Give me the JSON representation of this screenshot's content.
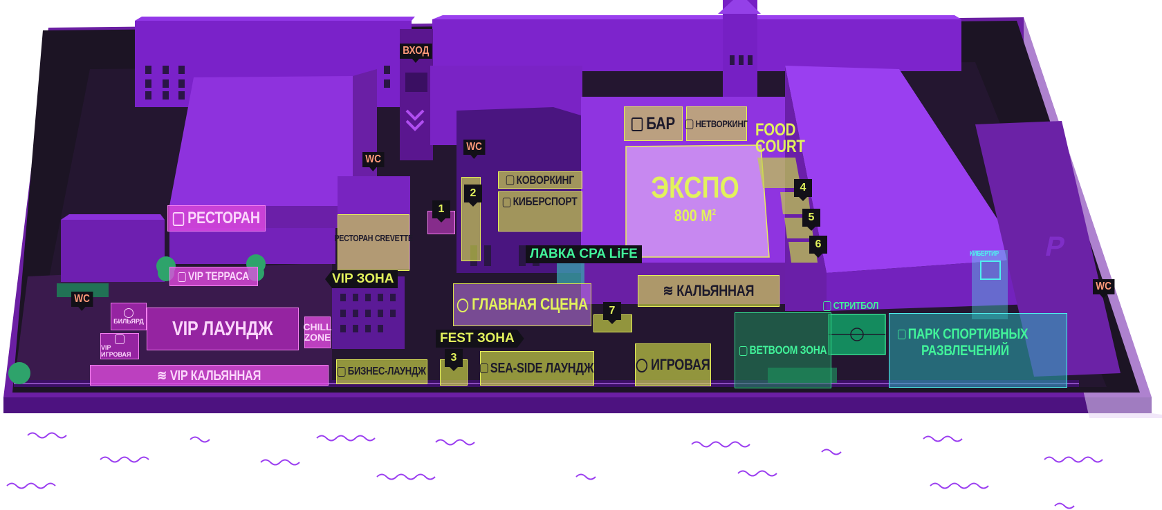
{
  "map": {
    "entrance": "ВХОД",
    "wc": "WC",
    "parking": "P",
    "zones": {
      "restaurant": "РЕСТОРАН",
      "vip_terrace": "VIP ТЕРРАСА",
      "restaurant_crevette": "РЕСТОРАН CREVETTE",
      "vip_zone": "VIP ЗОНА",
      "vip_lounge": "VIP ЛАУНДЖ",
      "chill_zone_1": "CHILL",
      "chill_zone_2": "ZONE",
      "billiard": "БИЛЬЯРД",
      "vip_game": "VIP ИГРОВАЯ",
      "vip_hookah": "VIP КАЛЬЯННАЯ",
      "business_lounge": "БИЗНЕС-ЛАУНДЖ",
      "coworking": "КОВОРКИНГ",
      "esports": "КИБЕРСПОРТ",
      "cpa_life_shop": "ЛАВКА CPA LiFE",
      "main_stage": "ГЛАВНАЯ СЦЕНА",
      "fest_zone": "FEST ЗОНА",
      "seaside_lounge": "SEA-SIDE ЛАУНДЖ",
      "game_room": "ИГРОВАЯ",
      "bar": "БАР",
      "networking": "НЕТВОРКИНГ",
      "food_court_1": "FOOD",
      "food_court_2": "COURT",
      "expo": "ЭКСПО",
      "expo_area": "800 М",
      "expo_area_sup": "2",
      "hookah": "КАЛЬЯННАЯ",
      "betboom_zone": "BETBOOM ЗОНА",
      "streetball": "СТРИТБОЛ",
      "sports_park_1": "ПАРК СПОРТИВНЫХ",
      "sports_park_2": "РАЗВЛЕЧЕНИЙ",
      "cybertir": "КИБЕРТИР"
    },
    "markers": [
      "1",
      "2",
      "3",
      "4",
      "5",
      "6",
      "7"
    ],
    "colors": {
      "lime": "#e2f25c",
      "pink": "#e84ee6",
      "green": "#34e08f",
      "cyan": "#4ff0ee",
      "purple": "#8a2be2",
      "tag_text": "#ff9a7a"
    }
  }
}
